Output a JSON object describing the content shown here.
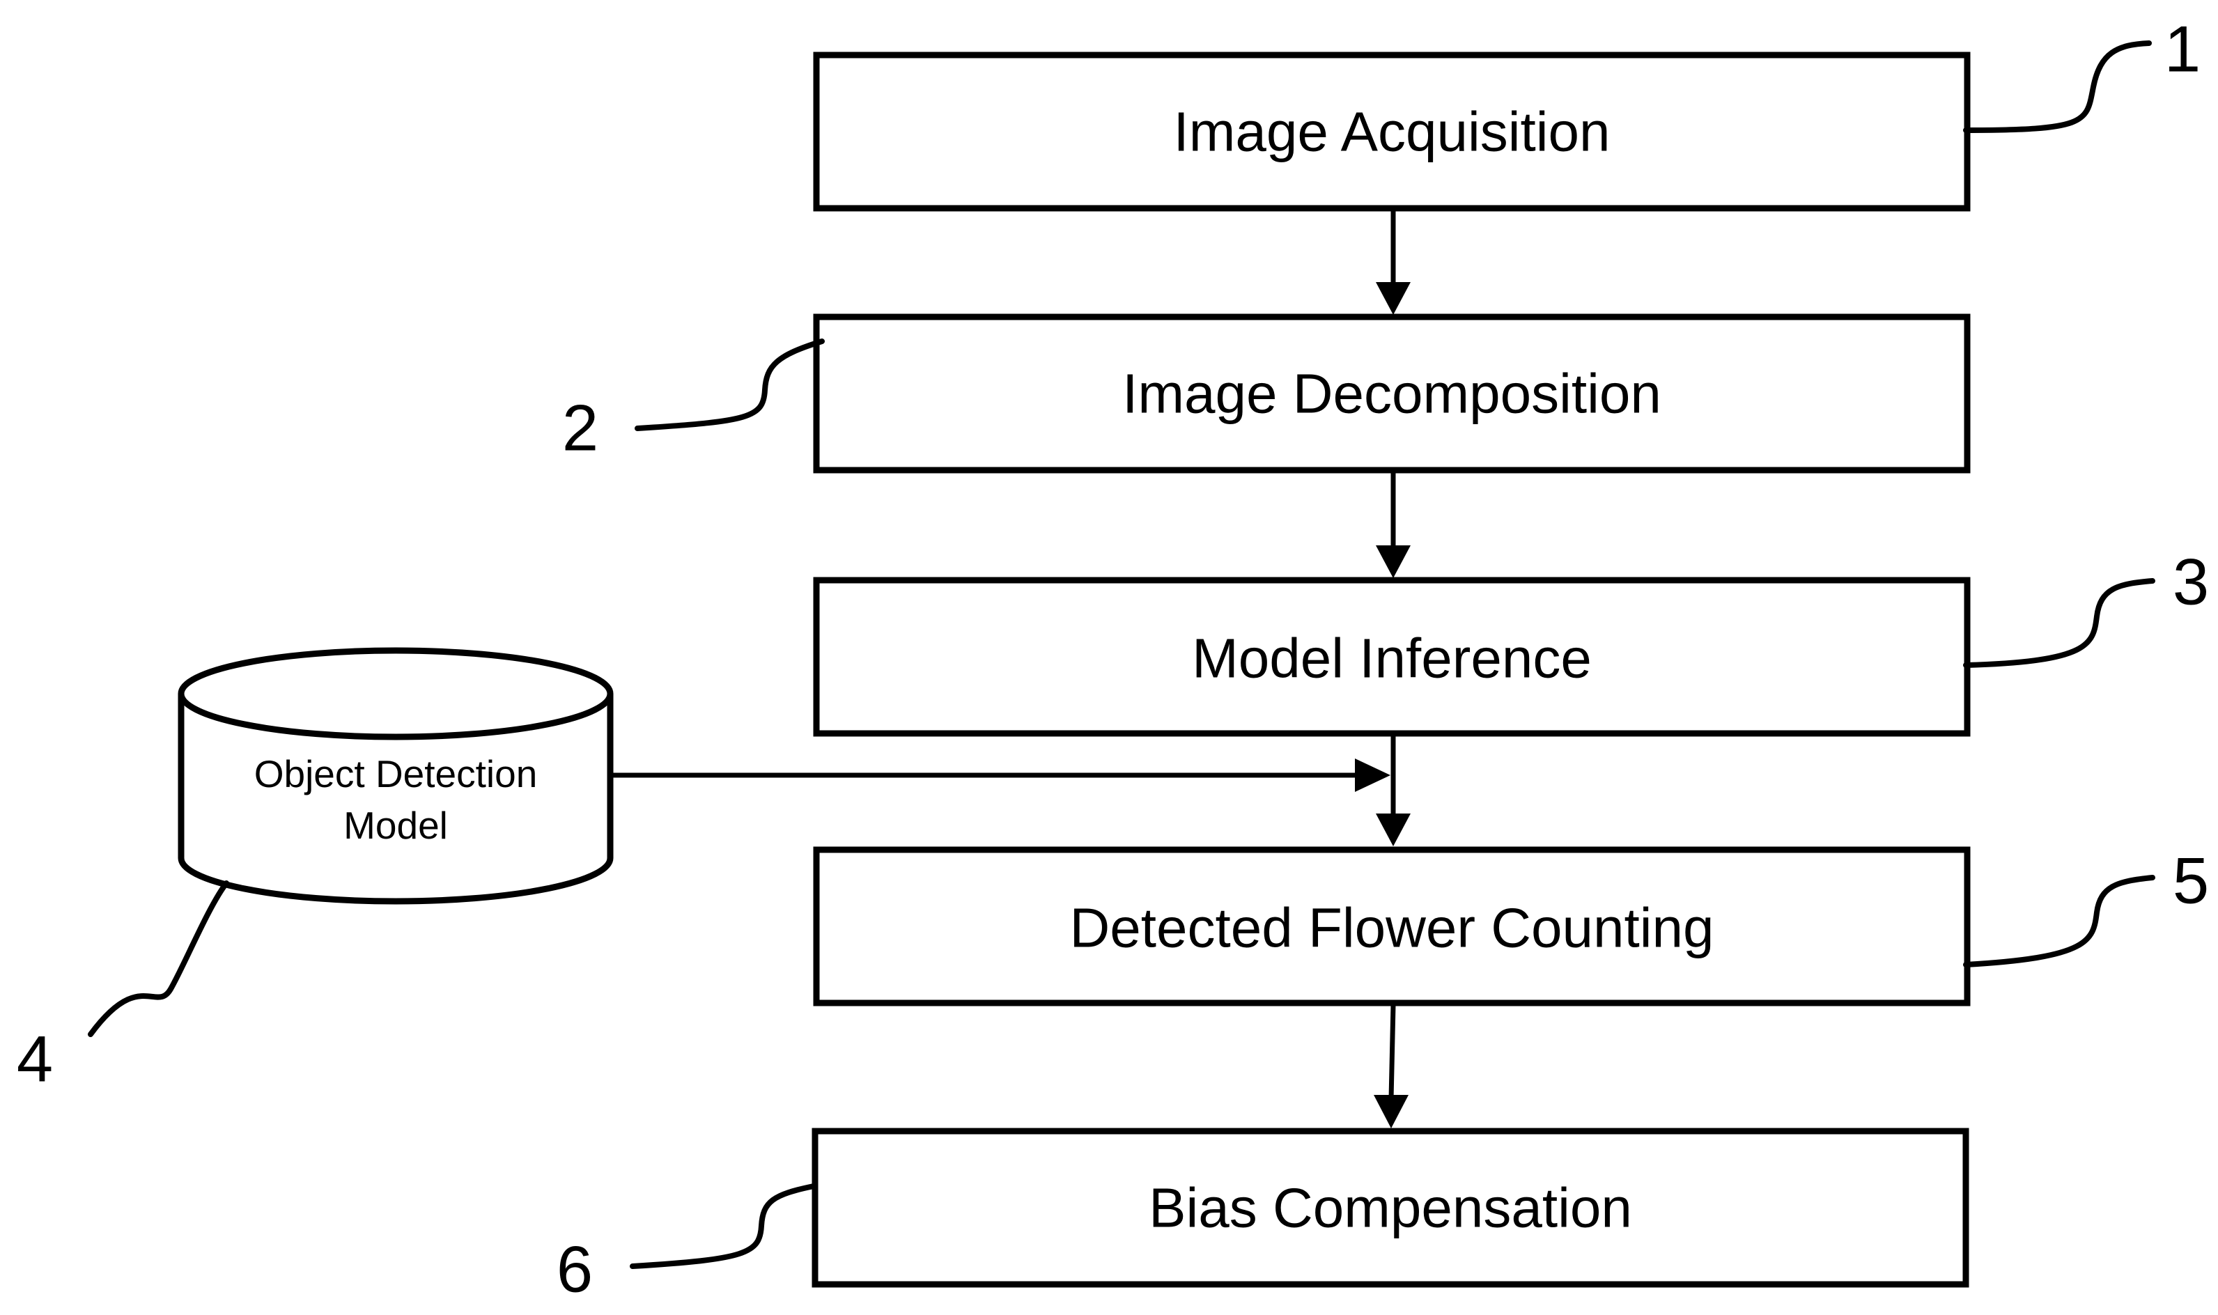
{
  "diagram": {
    "steps": [
      {
        "label": "Image Acquisition",
        "ref": "1"
      },
      {
        "label": "Image Decomposition",
        "ref": "2"
      },
      {
        "label": "Model Inference",
        "ref": "3"
      },
      {
        "label": "Detected Flower Counting",
        "ref": "5"
      },
      {
        "label": "Bias Compensation",
        "ref": "6"
      }
    ],
    "database": {
      "label_line1": "Object Detection",
      "label_line2": "Model",
      "ref": "4"
    }
  }
}
